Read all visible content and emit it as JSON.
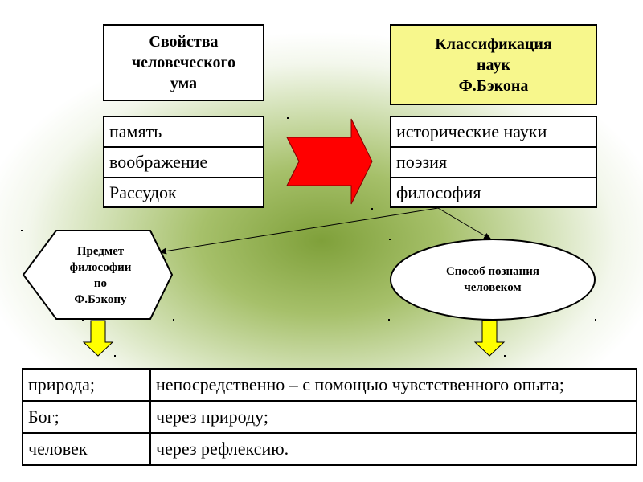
{
  "left_header": {
    "lines": [
      "Свойства",
      "человеческого",
      "ума"
    ]
  },
  "right_header": {
    "lines": [
      "Классификация",
      "наук",
      "Ф.Бэкона"
    ]
  },
  "mind_properties": [
    "память",
    "воображение",
    "Рассудок"
  ],
  "sciences": [
    "исторические науки",
    "поэзия",
    "философия"
  ],
  "subject_shape": {
    "lines": [
      "Предмет",
      "философии",
      "по",
      "Ф.Бэкону"
    ]
  },
  "method_shape": {
    "lines": [
      "Способ познания",
      "человеком"
    ]
  },
  "table": {
    "rows": [
      {
        "left": "природа;",
        "right": "непосредственно – с помощью чувстственного опыта;"
      },
      {
        "left": "Бог;",
        "right": "через природу;"
      },
      {
        "left": "человек",
        "right": "через рефлексию."
      }
    ]
  },
  "colors": {
    "arrow_red": "#ff0000",
    "arrow_yellow": "#ffff00",
    "header_yellow": "#f7f78c",
    "background_green": "#8aaa44"
  }
}
